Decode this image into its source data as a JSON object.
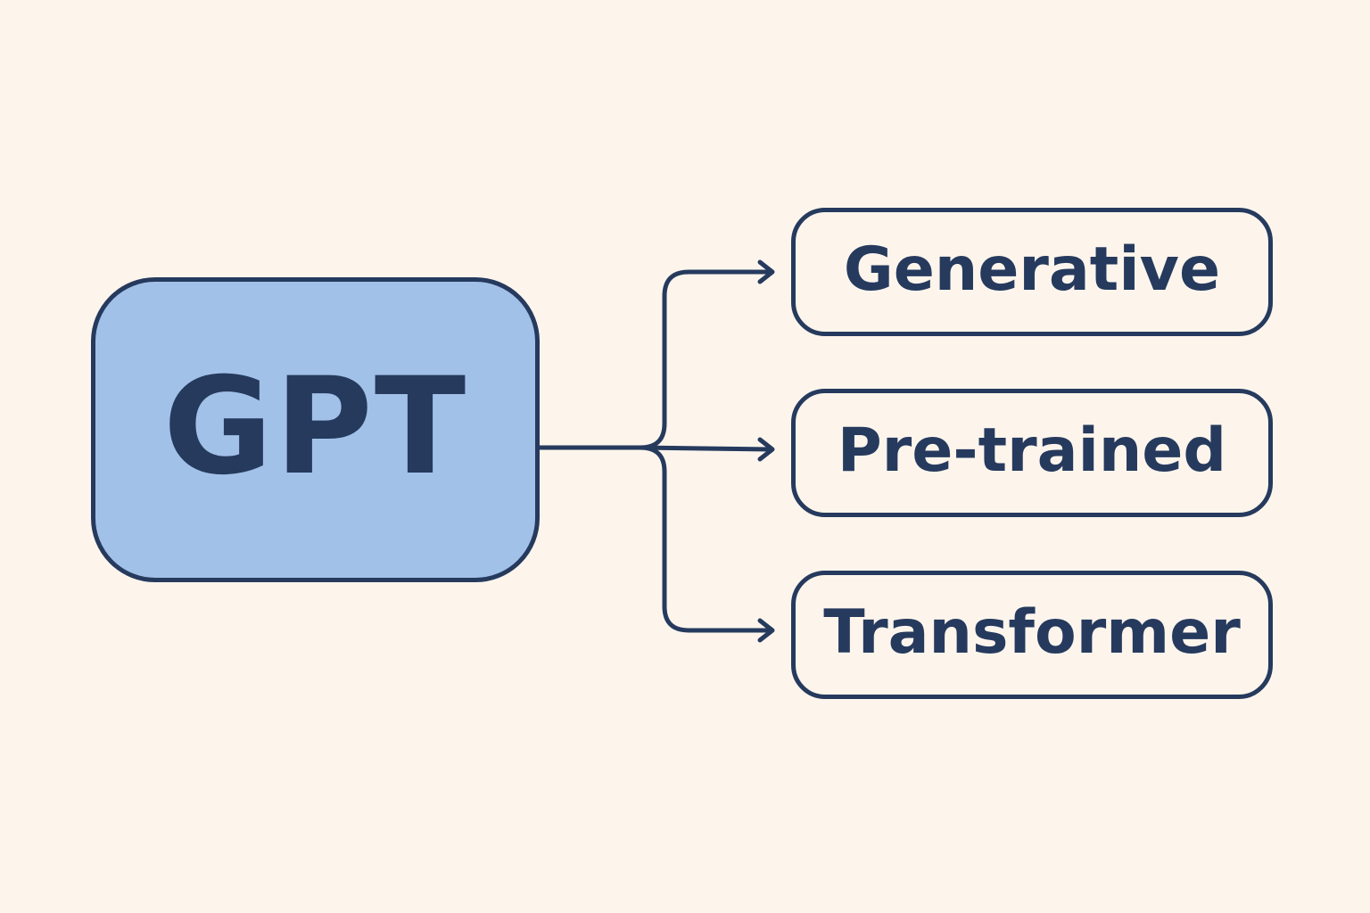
{
  "diagram": {
    "root": {
      "label": "GPT"
    },
    "children": [
      {
        "label": "Generative"
      },
      {
        "label": "Pre-trained"
      },
      {
        "label": "Transformer"
      }
    ]
  },
  "colors": {
    "background": "#fdf5ec",
    "root_fill": "#a2c1e8",
    "stroke": "#263a5e",
    "child_fill": "#fdf5ec",
    "text": "#263a5e"
  }
}
